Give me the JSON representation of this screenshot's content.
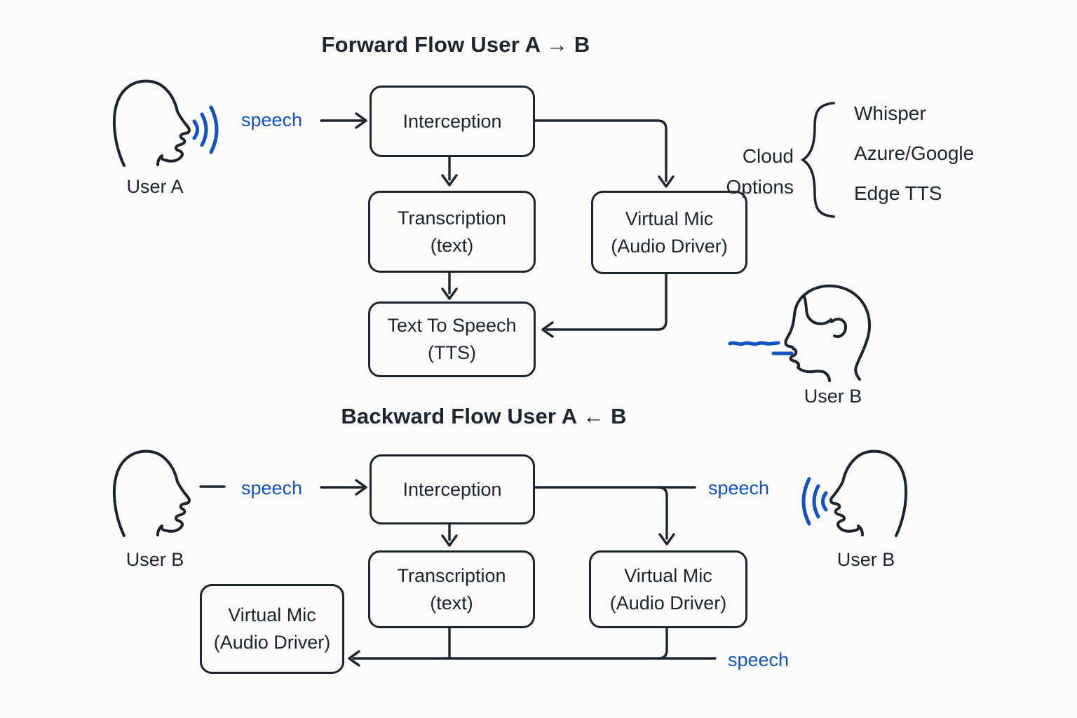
{
  "colors": {
    "ink": "#1c2430",
    "blue": "#1252c3",
    "background": "#fcfcfd"
  },
  "forward_flow": {
    "title": "Forward Flow User A → B",
    "user_a": {
      "label": "User A"
    },
    "speech_label": "speech",
    "interception": {
      "line1": "Interception"
    },
    "transcription": {
      "line1": "Transcription",
      "line2": "(text)"
    },
    "text_to_speech": {
      "line1": "Text To Speech",
      "line2": "(TTS)"
    },
    "virtual_mic": {
      "line1": "Virtual Mic",
      "line2": "(Audio Driver)"
    },
    "cloud_options": {
      "line1": "Cloud",
      "line2": "Options",
      "items": [
        "Whisper",
        "Azure/Google",
        "Edge TTS"
      ]
    },
    "user_b": {
      "label": "User B"
    }
  },
  "backward_flow": {
    "title": "Backward Flow User A ← B",
    "user_b_left": {
      "label": "User B"
    },
    "speech_left_label": "speech",
    "interception": {
      "line1": "Interception"
    },
    "transcription": {
      "line1": "Transcription",
      "line2": "(text)"
    },
    "virtual_mic_right": {
      "line1": "Virtual Mic",
      "line2": "(Audio Driver)"
    },
    "virtual_mic_left": {
      "line1": "Virtual Mic",
      "line2": "(Audio Driver)"
    },
    "speech_right_label": "speech",
    "speech_bottom_label": "speech",
    "user_b_right": {
      "label": "User B"
    }
  }
}
